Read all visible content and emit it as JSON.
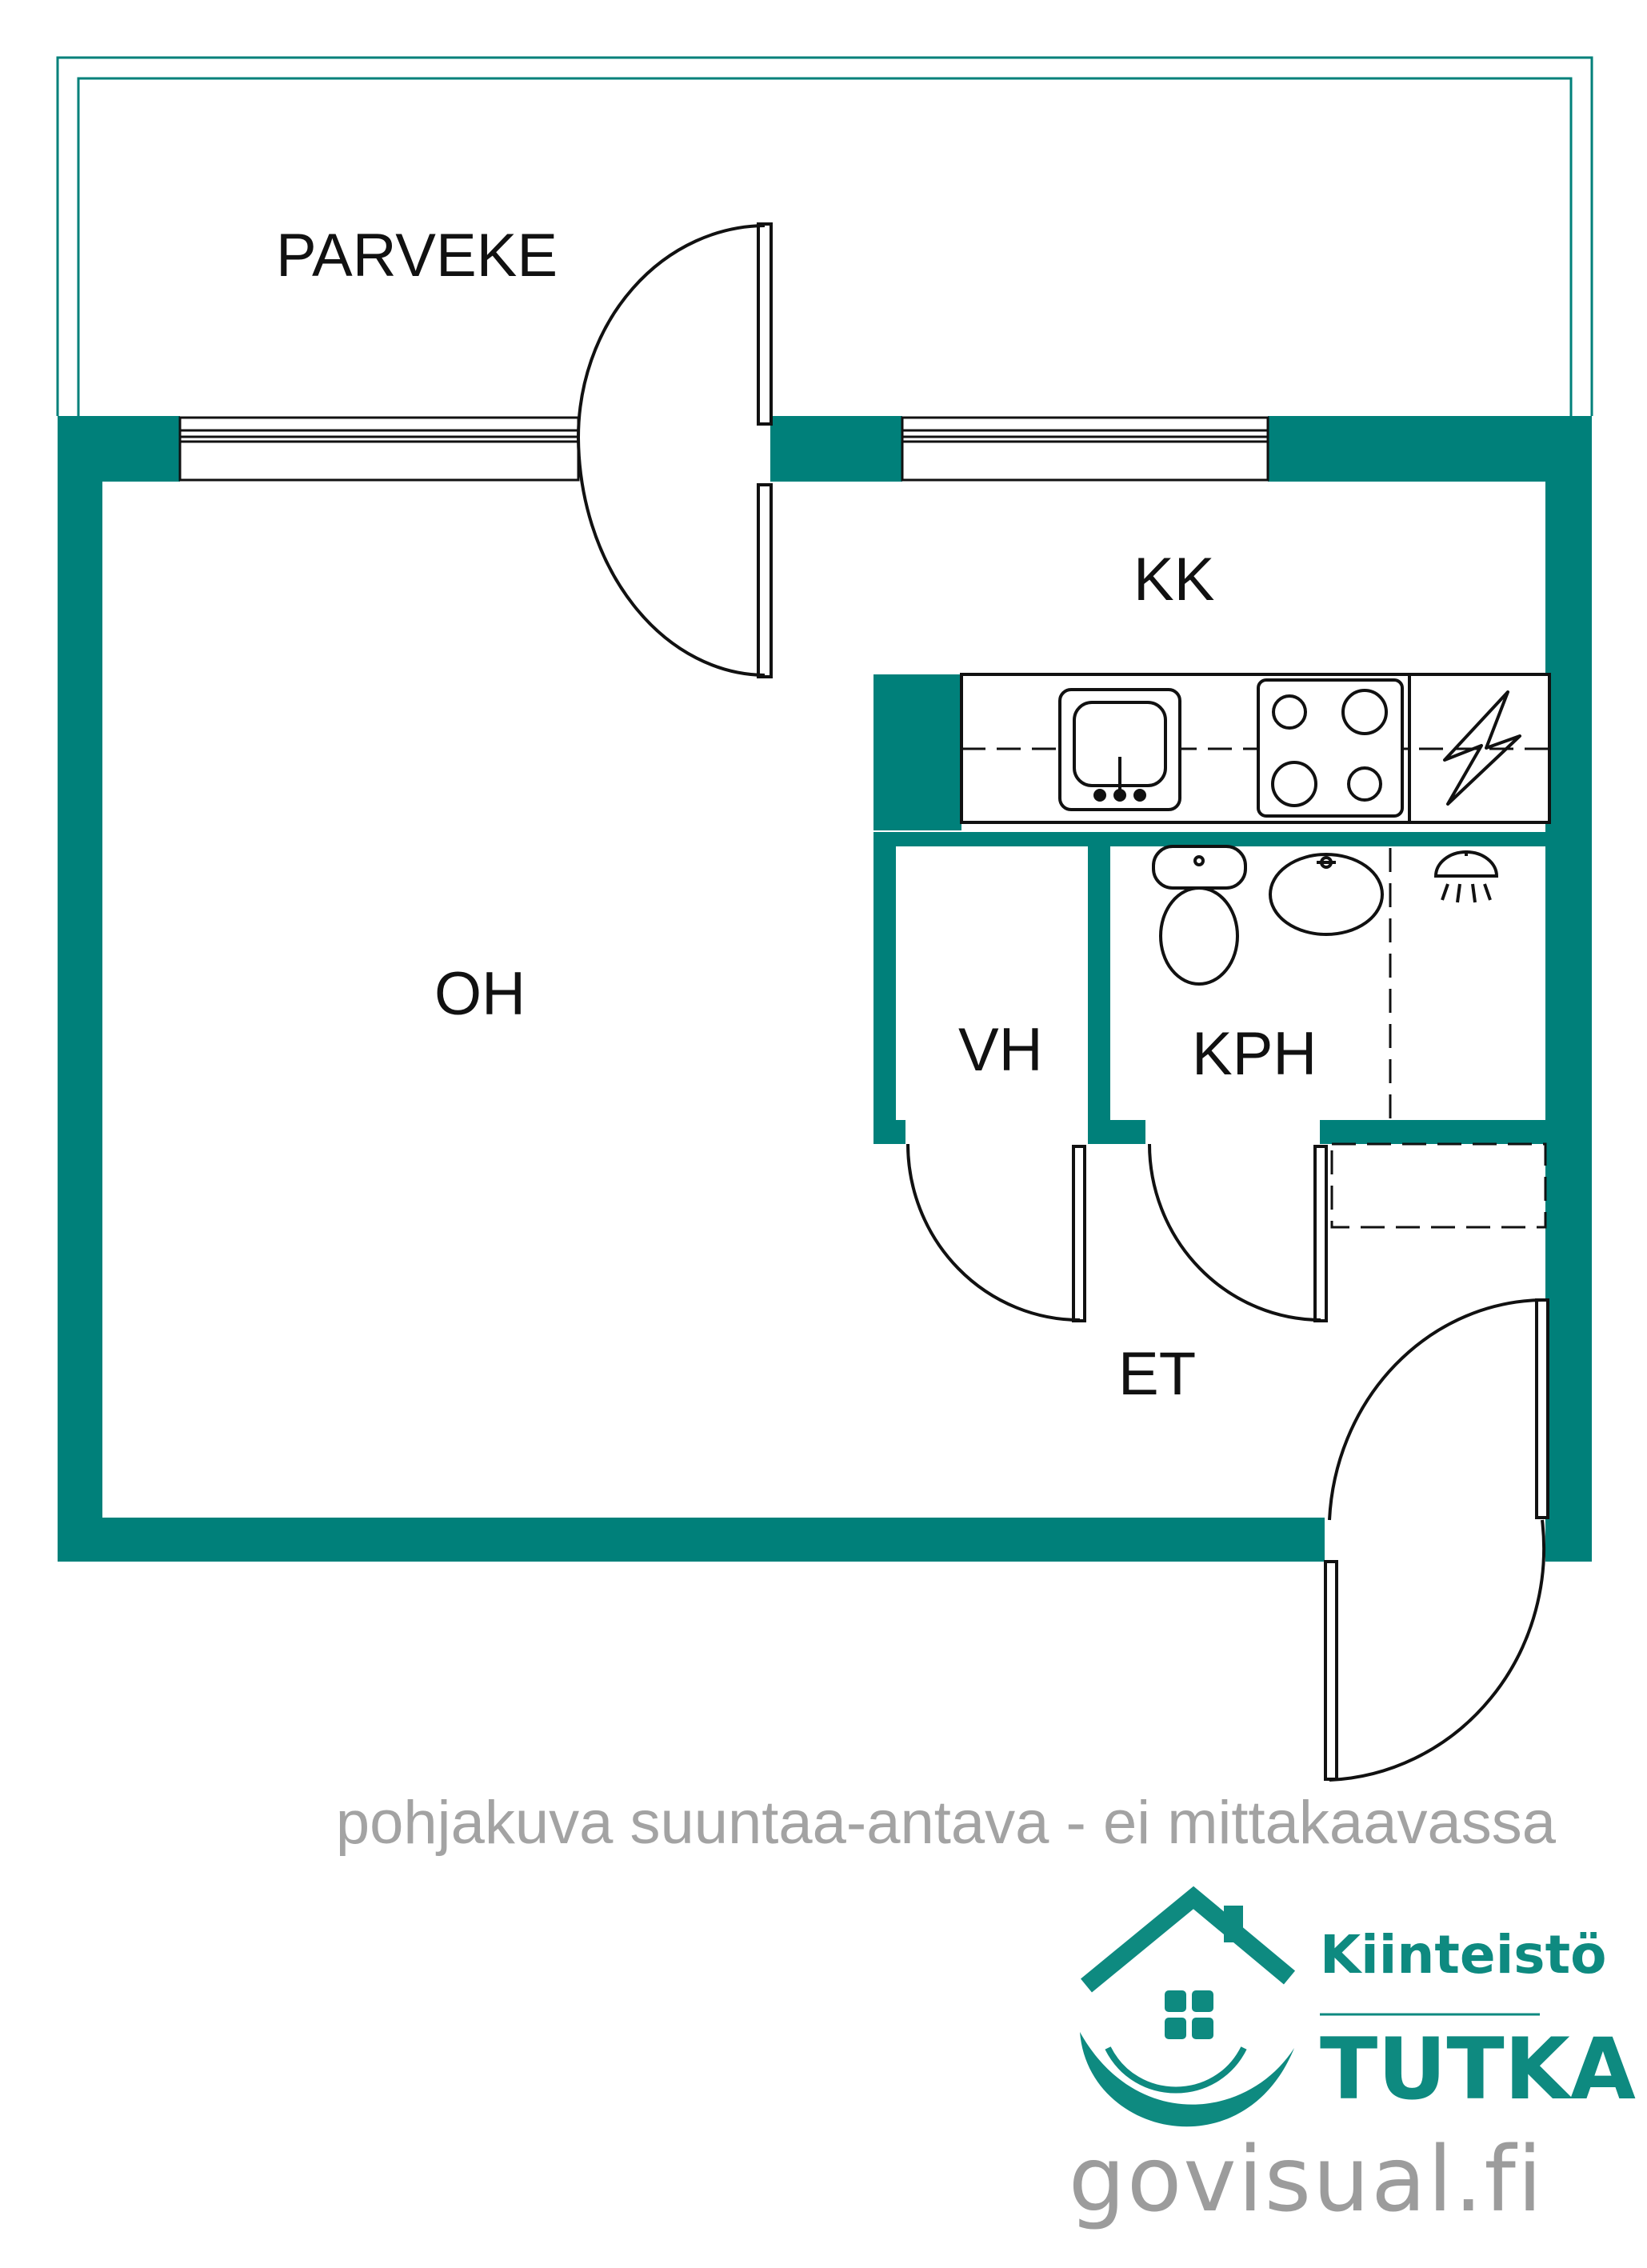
{
  "rooms": {
    "parveke": "PARVEKE",
    "kk": "KK",
    "oh": "OH",
    "vh": "VH",
    "kph": "KPH",
    "et": "ET"
  },
  "footer": {
    "note": "pohjakuva suuntaa-antava - ei mittakaavassa",
    "website": "govisual.fi"
  },
  "logo": {
    "line1": "Kiinteistö",
    "line2": "TUTKA"
  },
  "colors": {
    "wall": "#00807a",
    "logo": "#0e8a80",
    "note_text": "#a3a3a3",
    "line": "#111111"
  },
  "icons": [
    "sink-icon",
    "stove-icon",
    "electric-panel-icon",
    "toilet-icon",
    "washbasin-icon",
    "shower-icon",
    "house-logo-icon"
  ]
}
